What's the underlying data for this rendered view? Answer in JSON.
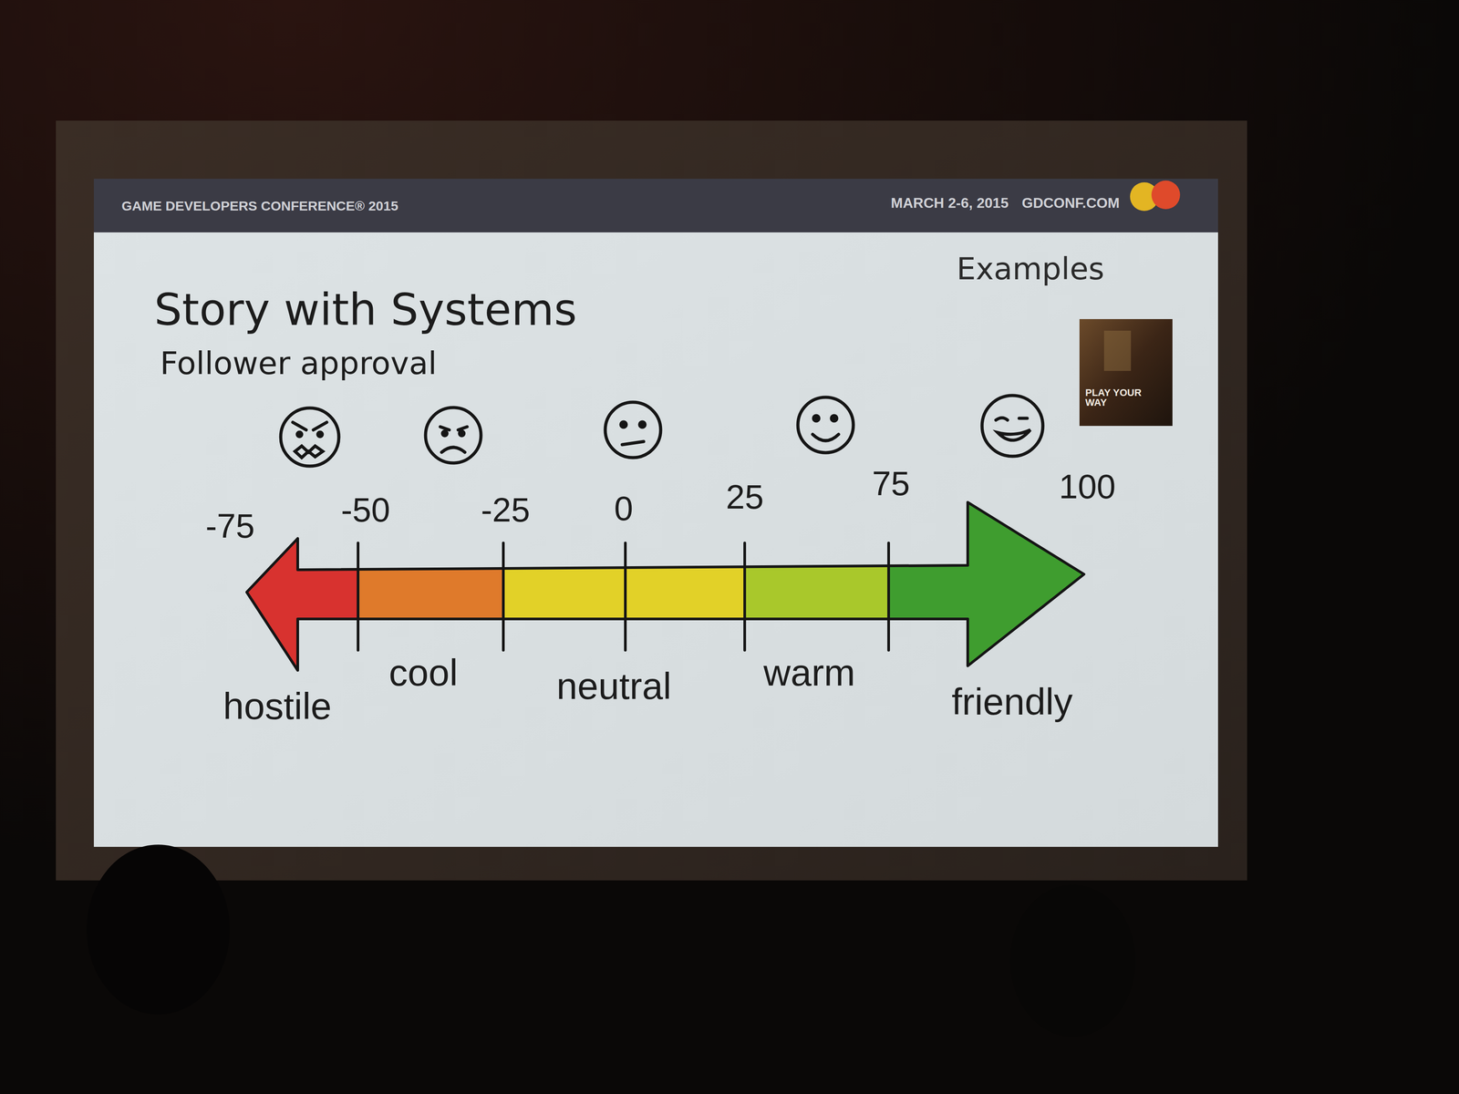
{
  "diagram": {
    "title": "Story with Systems",
    "labels": [
      "GAME DEVELOPERS CONFERENCE® 2015",
      "MARCH 2-6, 2015",
      "GDCONF.COM",
      "Follower approval",
      "Examples",
      "PLAY YOUR WAY",
      "-75",
      "-50",
      "-25",
      "0",
      "25",
      "75",
      "100",
      "hostile",
      "cool",
      "neutral",
      "warm",
      "friendly"
    ]
  }
}
